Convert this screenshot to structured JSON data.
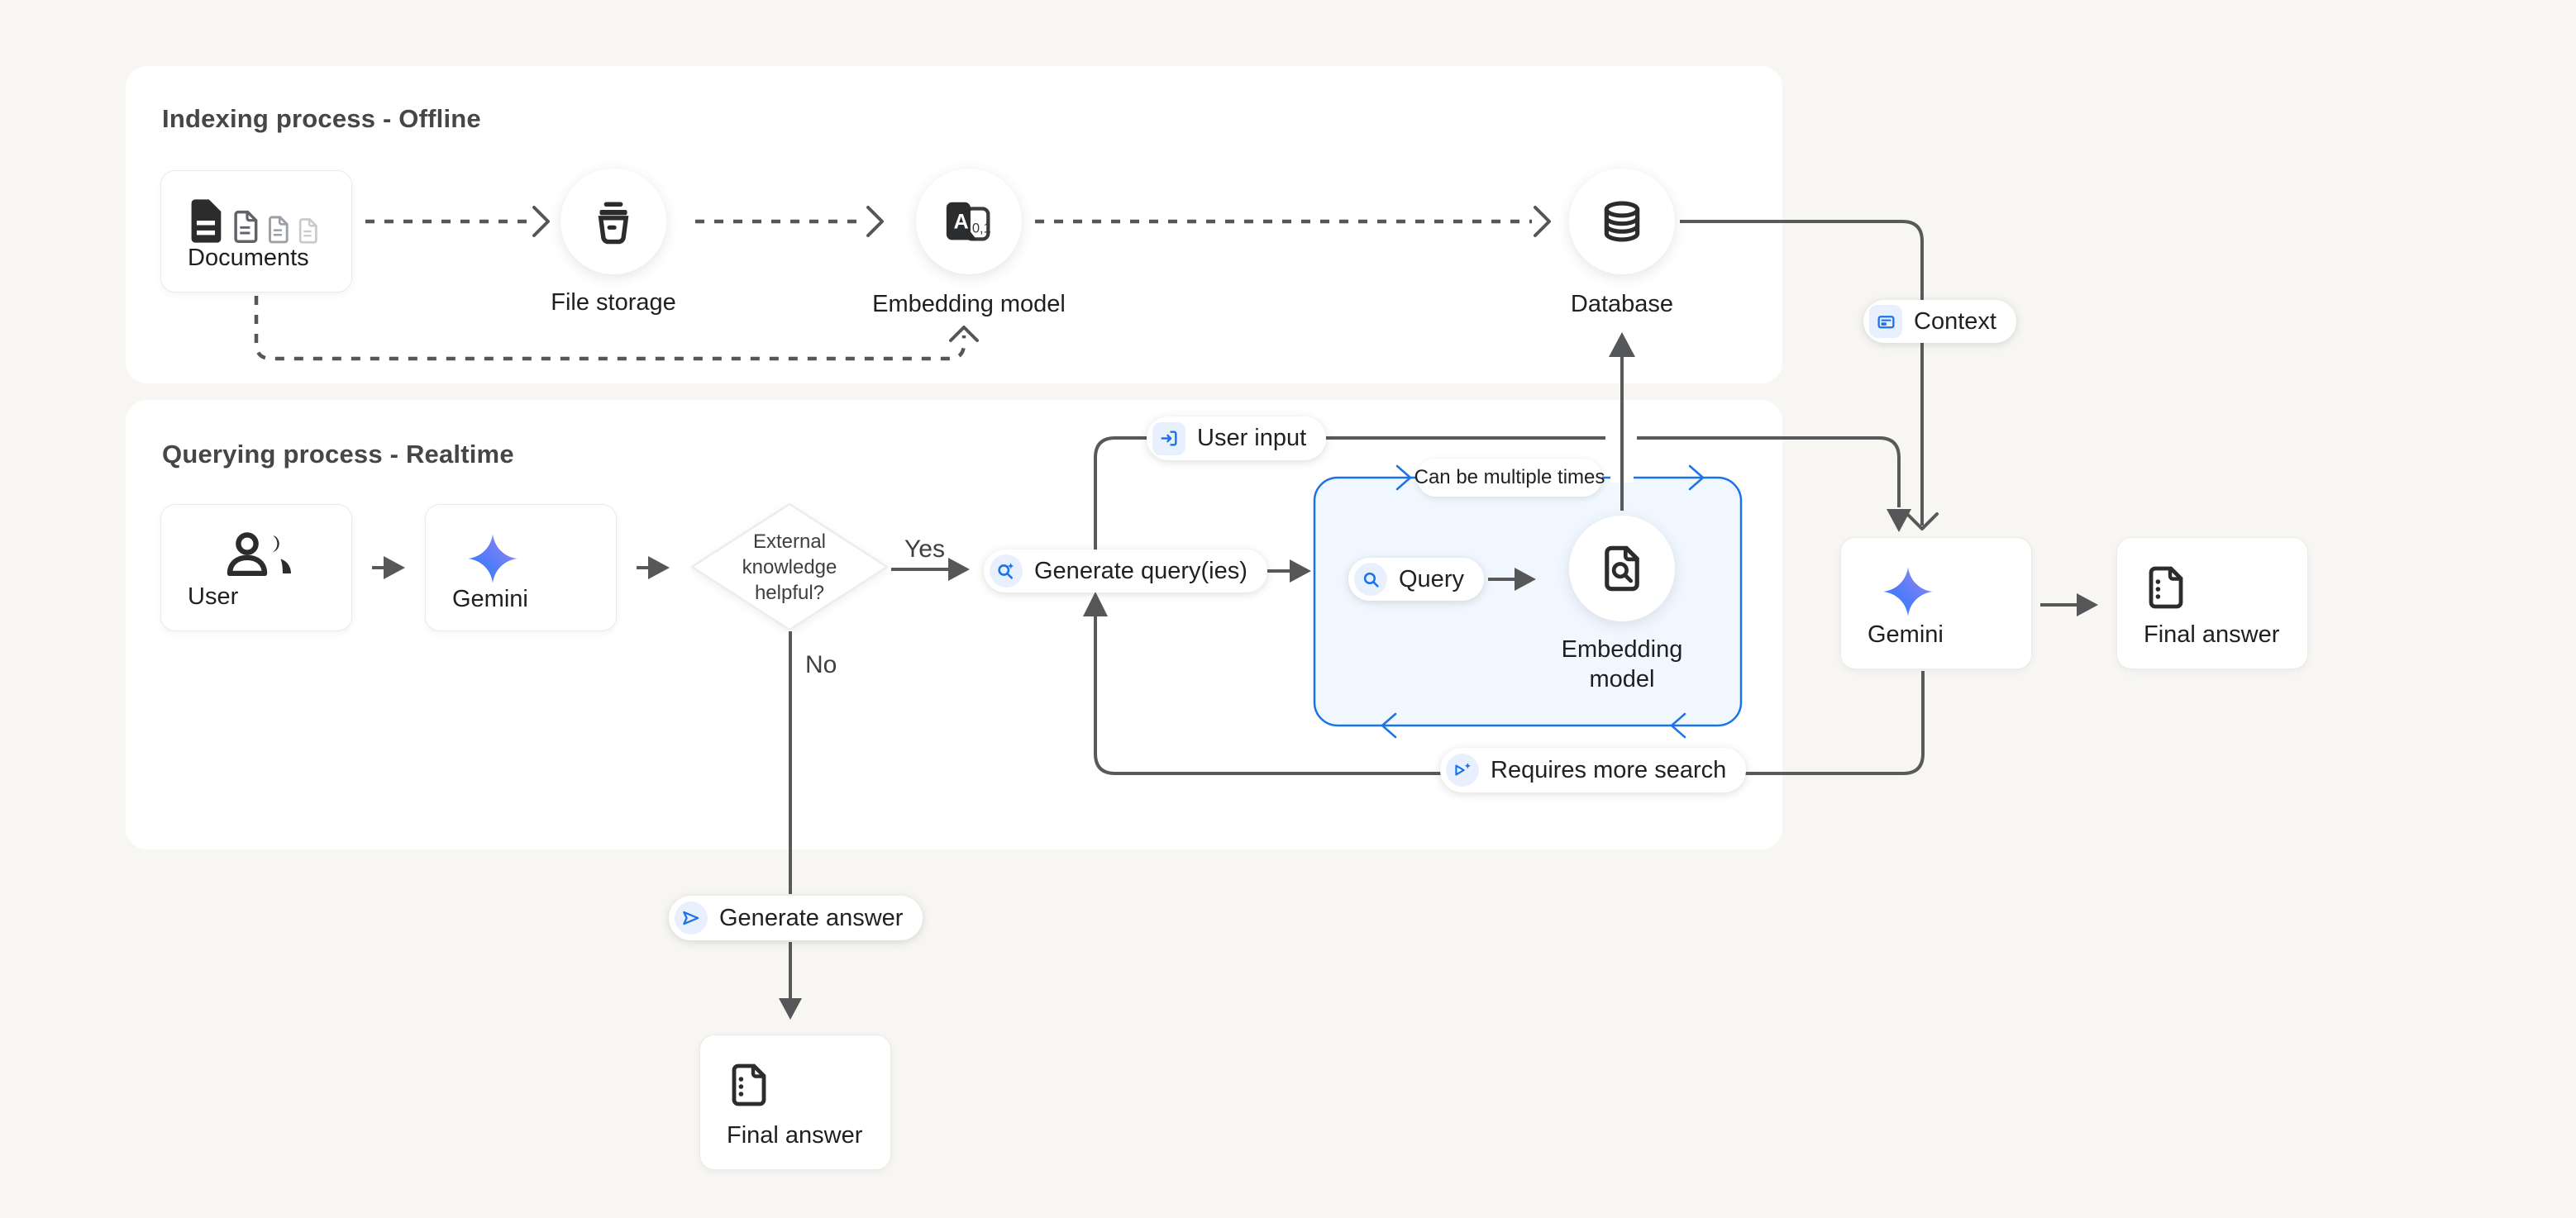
{
  "colors": {
    "background": "#f7f6f3",
    "panel": "#ffffff",
    "line_gray": "#565759",
    "accent_blue": "#1a73e8",
    "icon_bubble_blue": "#e8f0fe",
    "loop_box_fill": "#f1f7fe",
    "gemini_gradient_start": "#217bfe",
    "gemini_gradient_end": "#9d8df5",
    "text_primary": "#1f1f1f",
    "title_gray": "#444746"
  },
  "panels": {
    "indexing": {
      "title": "Indexing process - Offline"
    },
    "querying": {
      "title": "Querying process - Realtime"
    }
  },
  "nodes": {
    "documents": {
      "label": "Documents"
    },
    "file_storage": {
      "label": "File storage"
    },
    "embedding_model_offline": {
      "label": "Embedding model"
    },
    "database": {
      "label": "Database"
    },
    "user": {
      "label": "User"
    },
    "gemini_query": {
      "label": "Gemini"
    },
    "decision": {
      "line1": "External",
      "line2": "knowledge",
      "line3": "helpful?"
    },
    "embedding_model_realtime": {
      "line1": "Embedding",
      "line2": "model"
    },
    "gemini_answer": {
      "label": "Gemini"
    },
    "final_answer_right": {
      "label": "Final answer"
    },
    "final_answer_bottom": {
      "label": "Final answer"
    }
  },
  "pills": {
    "generate_queries": {
      "label": "Generate query(ies)",
      "icon": "search-spark-icon"
    },
    "user_input": {
      "label": "User input",
      "icon": "input-icon"
    },
    "context": {
      "label": "Context",
      "icon": "context-icon"
    },
    "query": {
      "label": "Query",
      "icon": "search-icon"
    },
    "can_be_multiple_times": {
      "label": "Can be multiple times"
    },
    "requires_more_search": {
      "label": "Requires more search",
      "icon": "branch-spark-icon"
    },
    "generate_answer": {
      "label": "Generate answer",
      "icon": "send-icon"
    }
  },
  "edge_labels": {
    "yes": "Yes",
    "no": "No"
  },
  "embedding_icon_text": {
    "letter": "A",
    "digits": "0,1"
  }
}
